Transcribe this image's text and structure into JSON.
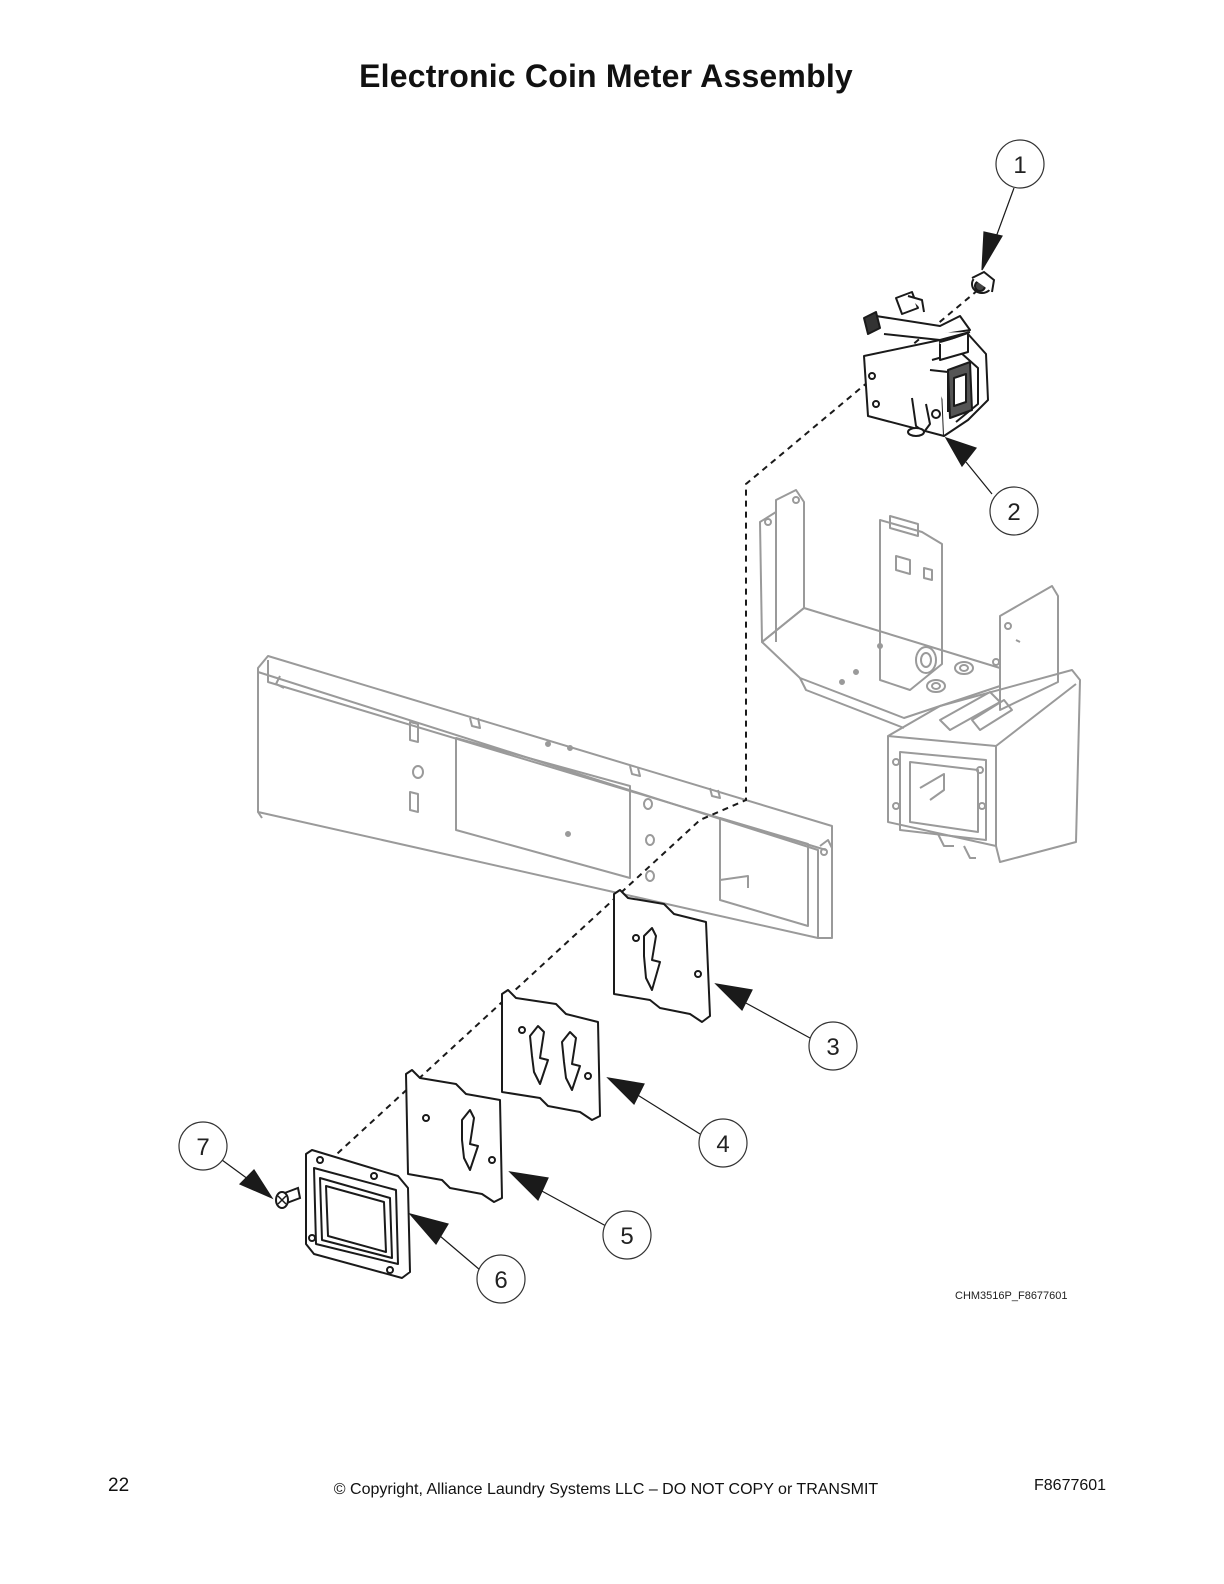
{
  "document": {
    "title": "Electronic Coin Meter Assembly",
    "figure_code": "CHM3516P_F8677601"
  },
  "callouts": [
    {
      "number": "1"
    },
    {
      "number": "2"
    },
    {
      "number": "3"
    },
    {
      "number": "4"
    },
    {
      "number": "5"
    },
    {
      "number": "6"
    },
    {
      "number": "7"
    }
  ],
  "footer": {
    "page_number": "22",
    "copyright": "© Copyright, Alliance Laundry Systems LLC – DO NOT COPY or TRANSMIT",
    "doc_code": "F8677601"
  },
  "colors": {
    "background_part": "#9a9a9a",
    "highlight_part": "#1a1a1a",
    "callout_stroke": "#333333"
  }
}
